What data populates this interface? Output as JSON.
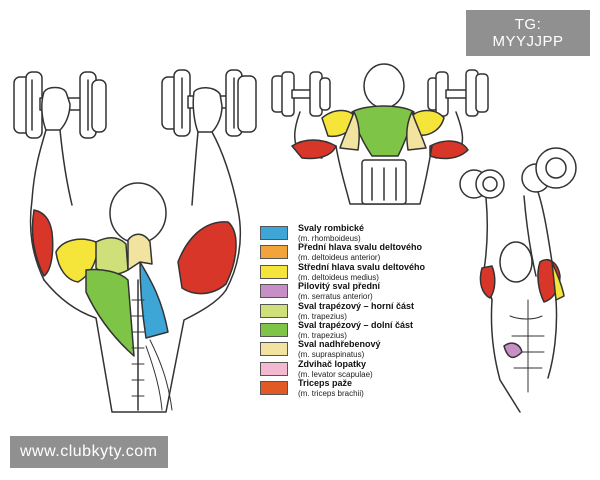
{
  "watermarks": {
    "top": "TG: MYYJJPP",
    "bottom": "www.clubkyty.com"
  },
  "legend": [
    {
      "name": "Svaly rombické",
      "latin": "(m. rhomboideus)",
      "color": "#3ea6d6"
    },
    {
      "name": "Přední hlava svalu deltového",
      "latin": "(m. deltoideus anterior)",
      "color": "#f2a33a"
    },
    {
      "name": "Střední hlava svalu deltového",
      "latin": "(m. deltoideus medius)",
      "color": "#f5e43a"
    },
    {
      "name": "Pilovitý sval přední",
      "latin": "(m. serratus anterior)",
      "color": "#c68fc6"
    },
    {
      "name": "Sval trapézový – horní část",
      "latin": "(m. trapezius)",
      "color": "#cfe07a"
    },
    {
      "name": "Sval trapézový – dolní část",
      "latin": "(m. trapezius)",
      "color": "#7ec446"
    },
    {
      "name": "Sval nadhřebenový",
      "latin": "(m. supraspinatus)",
      "color": "#f3e3a0"
    },
    {
      "name": "Zdvihač lopatky",
      "latin": "(m. levator scapulae)",
      "color": "#f2b9d0"
    },
    {
      "name": "Triceps paže",
      "latin": "(m. triceps brachii)",
      "color": "#e05a26"
    }
  ],
  "muscle_colors": {
    "deltoid_red": "#d9362a",
    "deltoid_medius": "#f5e43a",
    "trapezius_lower": "#7ec446",
    "rhomboid": "#3ea6d6",
    "skin_outline": "#333333"
  }
}
